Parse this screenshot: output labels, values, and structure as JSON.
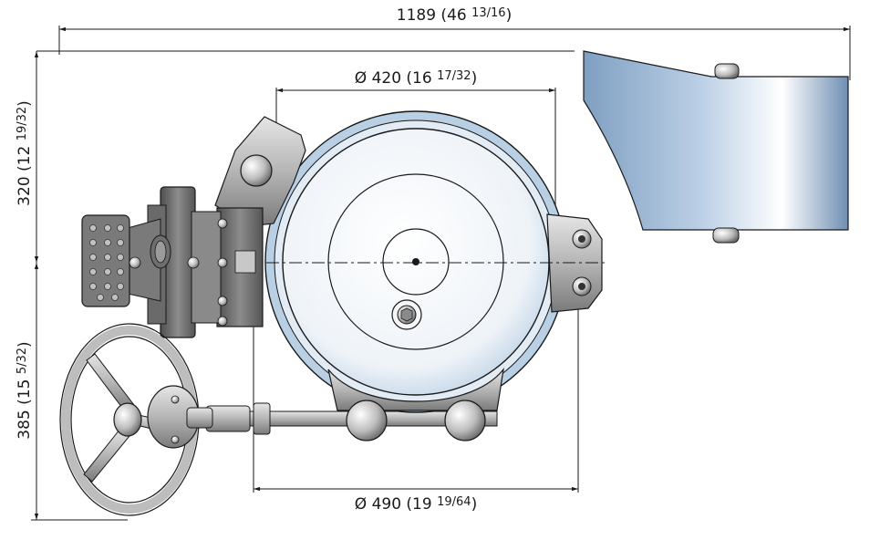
{
  "dimensions": {
    "overall_width": {
      "main": "1189 (46 ",
      "frac": "13/16",
      "close": ")"
    },
    "inner_diameter": {
      "main": "Ø 420 (16 ",
      "frac": "17/32",
      "close": ")"
    },
    "outer_diameter": {
      "main": "Ø 490 (19 ",
      "frac": "19/64",
      "close": ")"
    },
    "upper_height": {
      "main": "320 (12 ",
      "frac": "19/32",
      "close": ")"
    },
    "lower_height": {
      "main": "385 (15 ",
      "frac": "5/32",
      "close": ")"
    }
  },
  "colors": {
    "line": "#1a1a1a",
    "metal_dark": "#5c5c5c",
    "metal_mid": "#9a9a9a",
    "metal_light": "#d8d8d8",
    "disc_blue": "#a9c3dc",
    "disc_pale": "#eef2f6",
    "disc_white": "#f7f9fb"
  }
}
